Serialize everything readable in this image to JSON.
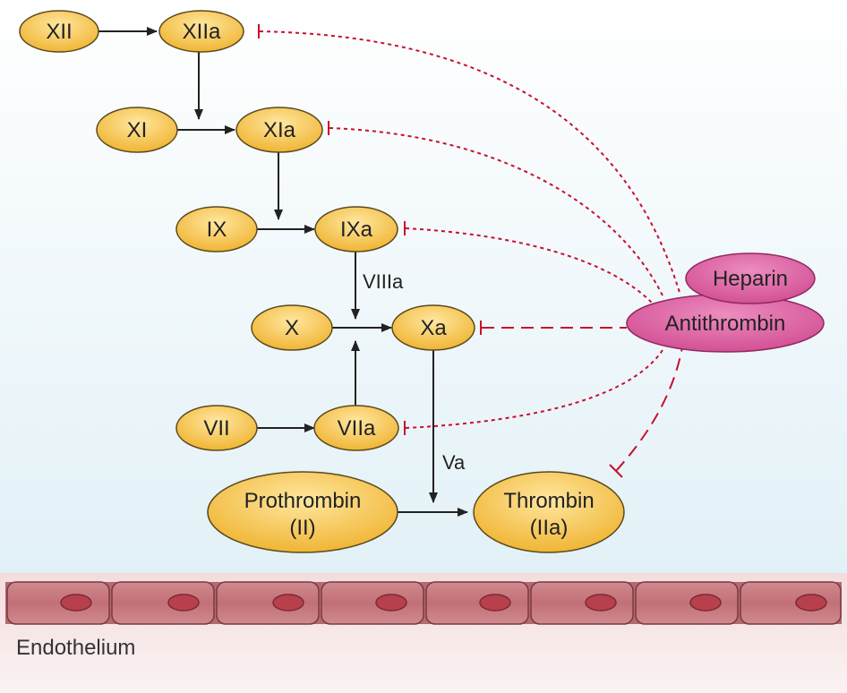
{
  "diagram": {
    "factors": {
      "xii": "XII",
      "xiia": "XIIa",
      "xi": "XI",
      "xia": "XIa",
      "ix": "IX",
      "ixa": "IXa",
      "x": "X",
      "xa": "Xa",
      "vii": "VII",
      "viia": "VIIa",
      "prothrombin_line1": "Prothrombin",
      "prothrombin_line2": "(II)",
      "thrombin_line1": "Thrombin",
      "thrombin_line2": "(IIa)"
    },
    "cofactors": {
      "viiia": "VIIIa",
      "va": "Va"
    },
    "inhibitors": {
      "heparin": "Heparin",
      "antithrombin": "Antithrombin"
    },
    "endothelium_label": "Endothelium",
    "colors": {
      "factor_fill": "#f5c24a",
      "inhibitor_fill": "#d9559a",
      "inhibition_line": "#c8102e",
      "endothelium_cell": "#c4737a",
      "nucleus": "#b8404d"
    }
  }
}
